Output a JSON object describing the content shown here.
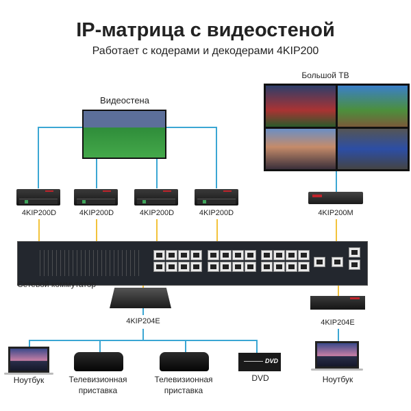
{
  "title": "IP-матрица с видеостеной",
  "subtitle": "Работает с кодерами и декодерами 4KIP200",
  "videowall_label": "Видеостена",
  "bigtv_label": "Большой ТВ",
  "decoders": [
    "4KIP200D",
    "4KIP200D",
    "4KIP200D",
    "4KIP200D"
  ],
  "multiviewer": "4KIP200M",
  "switch_label": "Сетевой коммутатор",
  "encoder_left": "4KIP204E",
  "encoder_right": "4KIP204E",
  "devices": {
    "laptop": "Ноутбук",
    "stb1a": "Телевизионная",
    "stb1b": "приставка",
    "stb2a": "Телевизионная",
    "stb2b": "приставка",
    "dvd": "DVD",
    "dvd_logo": "DVD",
    "laptop_right": "Ноутбук"
  },
  "colors": {
    "hdmi": "#3aa6d3",
    "lan": "#f2c23a"
  }
}
